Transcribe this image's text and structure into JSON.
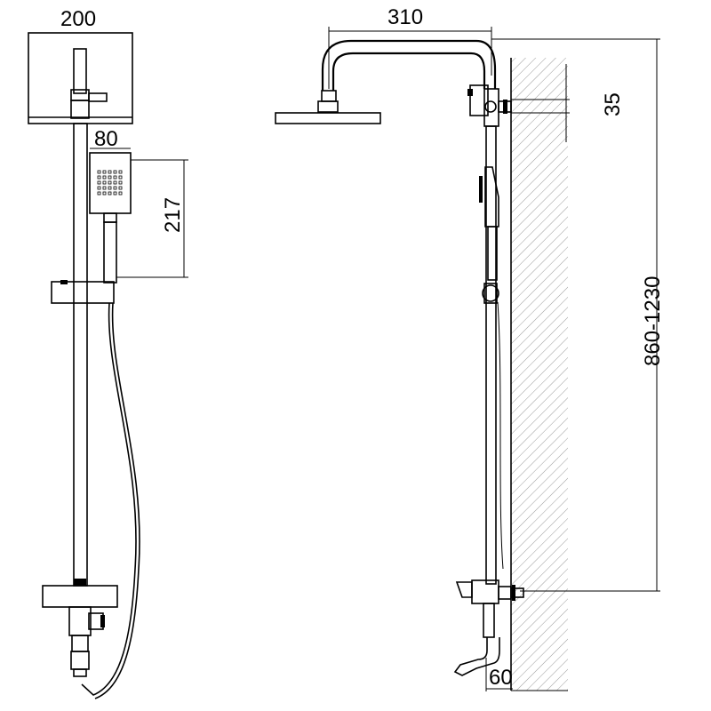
{
  "dimensions": {
    "head_width": "200",
    "hand_width": "80",
    "hand_height": "217",
    "arm_reach": "310",
    "wall_offset_top": "35",
    "height_range": "860-1230",
    "wall_offset_bottom": "60"
  },
  "colors": {
    "line": "#000000",
    "background": "#ffffff",
    "hatch": "#9a9a9a"
  }
}
